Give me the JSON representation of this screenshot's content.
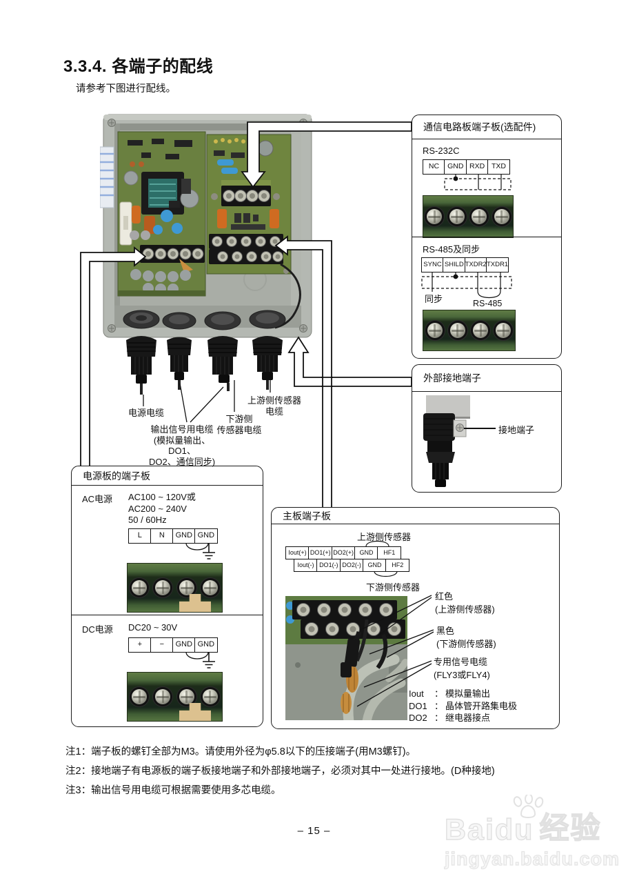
{
  "page": {
    "title": "3.3.4. 各端子的配线",
    "intro": "请参考下图进行配线。",
    "page_number": "– 15 –"
  },
  "photo": {
    "cable_labels": {
      "power": "电源电缆",
      "output_line1": "输出信号用电缆",
      "output_line2": "(模拟量输出、DO1、",
      "output_line3": "DO2、通信同步)",
      "downstream_line1": "下游侧",
      "downstream_line2": "传感器电缆",
      "upstream_line1": "上游侧传感器",
      "upstream_line2": "电缆"
    }
  },
  "comm_box": {
    "title": "通信电路板端子板(选配件)",
    "rs232_label": "RS-232C",
    "rs232_terminals": [
      "NC",
      "GND",
      "RXD",
      "TXD"
    ],
    "rs485_label": "RS-485及同步",
    "rs485_terminals": [
      "SYNC",
      "SHILD",
      "TXDR2",
      "TXDR1"
    ],
    "sync_label": "同步",
    "rs485_group_label": "RS-485"
  },
  "ground_box": {
    "title": "外部接地端子",
    "terminal_label": "接地端子"
  },
  "power_box": {
    "title": "电源板的端子板",
    "ac_label": "AC电源",
    "ac_spec1": "AC100 ~ 120V或",
    "ac_spec2": "AC200 ~ 240V",
    "ac_spec3": "50 / 60Hz",
    "ac_terminals": [
      "L",
      "N",
      "GND",
      "GND"
    ],
    "dc_label": "DC电源",
    "dc_spec1": "DC20 ~ 30V",
    "dc_terminals": [
      "+",
      "−",
      "GND",
      "GND"
    ]
  },
  "main_box": {
    "title": "主板端子板",
    "upstream_label": "上游侧传感器",
    "downstream_label": "下游侧传感器",
    "row1": [
      "Iout(+)",
      "DO1(+)",
      "DO2(+)",
      "GND",
      "HF1"
    ],
    "row2": [
      "Iout(-)",
      "DO1(-)",
      "DO2(-)",
      "GND",
      "HF2"
    ],
    "red_label1": "红色",
    "red_label2": "(上游侧传感器)",
    "black_label1": "黑色",
    "black_label2": "(下游侧传感器)",
    "cable_label1": "专用信号电缆",
    "cable_label2": "(FLY3或FLY4)",
    "legend_sep": "：",
    "legend": [
      {
        "key": "Iout",
        "value": "模拟量输出"
      },
      {
        "key": "DO1",
        "value": "晶体管开路集电极"
      },
      {
        "key": "DO2",
        "value": "继电器接点"
      }
    ]
  },
  "notes": [
    "注1：端子板的螺钉全部为M3。请使用外径为φ5.8以下的压接端子(用M3螺钉)。",
    "注2：接地端子有电源板的端子板接地端子和外部接地端子，必须对其中一处进行接地。(D种接地)",
    "注3：输出信号用电缆可根据需要使用多芯电缆。"
  ],
  "watermark": {
    "brand": "Baidu",
    "brand_cn": "经验",
    "url": "jingyan.baidu.com"
  },
  "colors": {
    "pcb_green": "#6d8440",
    "enclosure_grey": "#b4b8b2",
    "terminal_black": "#141414",
    "watermark_grey": "#e2e2e2"
  }
}
